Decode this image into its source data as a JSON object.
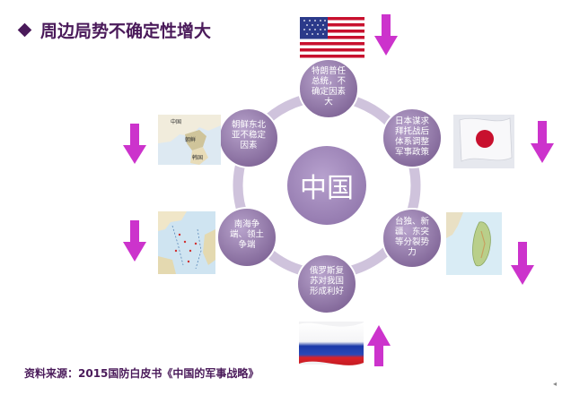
{
  "title": "周边局势不确定性增大",
  "center": "中国",
  "nodes": [
    {
      "id": "us",
      "lines": [
        "特朗普任",
        "总统，不",
        "确定因素",
        "大"
      ]
    },
    {
      "id": "jp",
      "lines": [
        "日本谋求",
        "拜托战后",
        "体系调整",
        "军事政策"
      ]
    },
    {
      "id": "tw",
      "lines": [
        "台独、新",
        "疆、东突",
        "等分裂势",
        "力"
      ]
    },
    {
      "id": "ru",
      "lines": [
        "俄罗斯复",
        "苏对我国",
        "形成利好"
      ]
    },
    {
      "id": "scs",
      "lines": [
        "南海争",
        "端、领土",
        "争端"
      ]
    },
    {
      "id": "kr",
      "lines": [
        "朝鲜东北",
        "亚不稳定",
        "因素"
      ]
    }
  ],
  "map_labels": {
    "korea_map": [
      "中国",
      "朝鲜",
      "韩国"
    ]
  },
  "source": "资料来源：2015国防白皮书《中国的军事战略》",
  "colors": {
    "ring": "#cfc3dc",
    "node": "#9a7fb0",
    "center": "#a58cbf",
    "arrow": "#cc33cc",
    "title": "#4a1a5a"
  }
}
